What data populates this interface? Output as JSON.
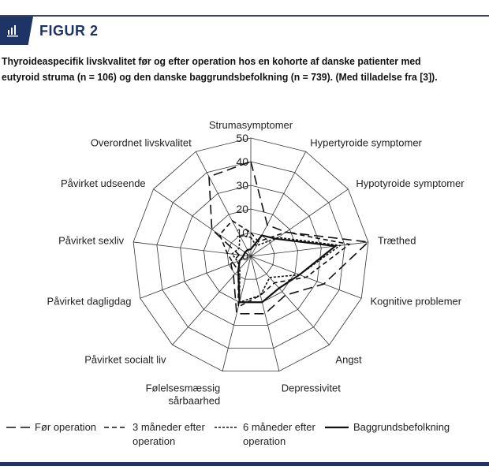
{
  "header": {
    "title": "FIGUR 2",
    "icon": "bar-chart-icon"
  },
  "caption": "Thyroideaspecifik livskvalitet før og efter operation hos en kohorte af danske patienter med eutyroid struma (n = 106) og den danske baggrundsbefolkning (n = 739). (Med tilladelse fra [3]).",
  "chart_data": {
    "type": "radar",
    "title": "",
    "axes": [
      "Strumasymptomer",
      "Hypertyroide symptomer",
      "Hypotyroide symptomer",
      "Træthed",
      "Kognitive problemer",
      "Angst",
      "Depressivitet",
      "Følelsesmæssig sårbaarhed",
      "Påvirket socialt liv",
      "Påvirket dagligdag",
      "Påvirket sexliv",
      "Påvirket udseende",
      "Overordnet livskvalitet"
    ],
    "ticks": [
      "0",
      "10",
      "20",
      "30",
      "40",
      "50"
    ],
    "range": [
      0,
      50
    ],
    "series": [
      {
        "name": "Før operation",
        "style": "longdash",
        "values": [
          40,
          15,
          18,
          50,
          33,
          22,
          25,
          25,
          11,
          9,
          5,
          20,
          38
        ]
      },
      {
        "name": "3 måneder efter operation",
        "style": "dash",
        "values": [
          10,
          7,
          18,
          42,
          25,
          15,
          17,
          22,
          8,
          8,
          10,
          16,
          17
        ]
      },
      {
        "name": "6 måneder efter operation",
        "style": "dot",
        "values": [
          8,
          5,
          14,
          38,
          22,
          12,
          17,
          20,
          7,
          6,
          8,
          6,
          10
        ]
      },
      {
        "name": "Baggrundsbefolkning",
        "style": "solid",
        "values": [
          3,
          10,
          13,
          36,
          22,
          18,
          20,
          20,
          8,
          5,
          3,
          3,
          3
        ]
      }
    ]
  }
}
